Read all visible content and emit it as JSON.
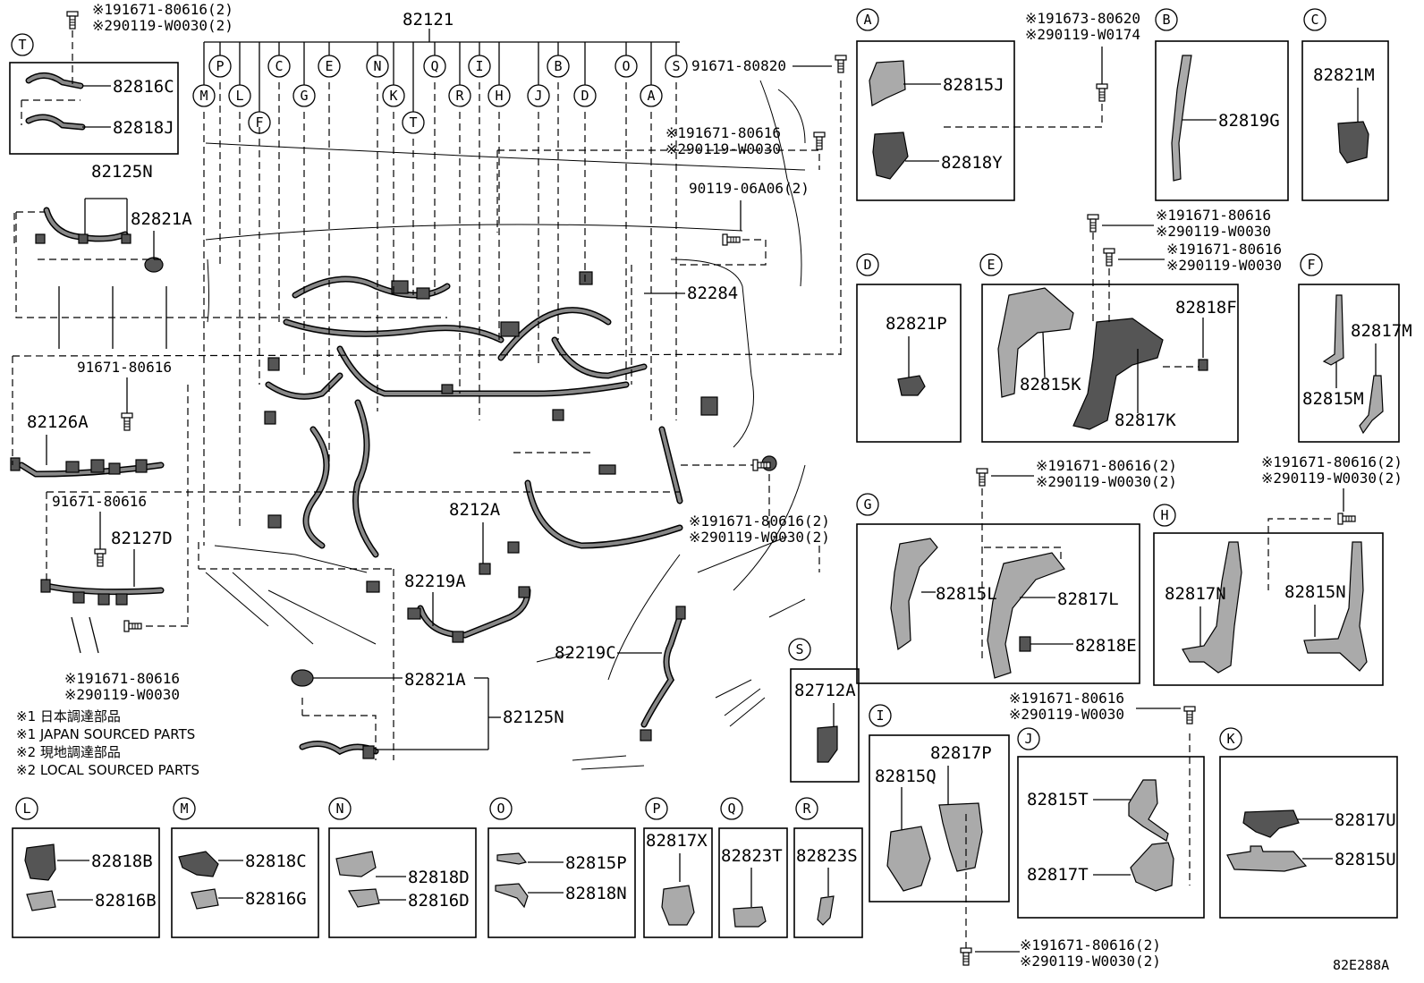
{
  "diagram_code": "82E288A",
  "notes": [
    "※1 日本調達部品",
    "※1 JAPAN SOURCED PARTS",
    "※2 現地調達部品",
    "※2 LOCAL SOURCED PARTS"
  ],
  "main_part": "82121",
  "callouts_row1": [
    "P",
    "C",
    "E",
    "N",
    "Q",
    "I",
    "B",
    "O",
    "S"
  ],
  "callouts_row2": [
    "M",
    "L",
    "G",
    "K",
    "R",
    "H",
    "J",
    "D",
    "A"
  ],
  "callouts_row3": [
    "F",
    "T"
  ],
  "bolt_refs": {
    "t_top_1": "※191671-80616(2)",
    "t_top_2": "※290119-W0030(2)",
    "top_right_bolt": "91671-80820",
    "mid_1": "※191671-80616",
    "mid_2": "※290119-W0030",
    "bolt_90119": "90119-06A06(2)",
    "left_bolt_a": "91671-80616",
    "left_bolt_b": "91671-80616",
    "lower_left_1": "※191671-80616",
    "lower_left_2": "※290119-W0030",
    "center_1": "※191671-80616(2)",
    "center_2": "※290119-W0030(2)",
    "b_top_1": "※191673-80620",
    "b_top_2": "※290119-W0174",
    "e_top_1": "※191671-80616",
    "e_top_2": "※290119-W0030",
    "e_top_3": "※191671-80616",
    "e_top_4": "※290119-W0030",
    "g_top_1": "※191671-80616(2)",
    "g_top_2": "※290119-W0030(2)",
    "h_top_1": "※191671-80616(2)",
    "h_top_2": "※290119-W0030(2)",
    "j_top_1": "※191671-80616",
    "j_top_2": "※290119-W0030",
    "i_bot_1": "※191671-80616(2)",
    "i_bot_2": "※290119-W0030(2)"
  },
  "main_labels": {
    "p82816C": "82816C",
    "p82818J": "82818J",
    "p82125N_top": "82125N",
    "p82821A_top": "82821A",
    "p82126A": "82126A",
    "p82127D": "82127D",
    "p82284": "82284",
    "p8212A": "8212A",
    "p82219A": "82219A",
    "p82219C": "82219C",
    "p82821A_bot": "82821A",
    "p82125N_bot": "82125N"
  },
  "detail_boxes": {
    "T": {
      "letter": "T"
    },
    "A": {
      "letter": "A",
      "parts": [
        "82815J",
        "82818Y"
      ]
    },
    "B": {
      "letter": "B",
      "parts": [
        "82819G"
      ]
    },
    "C": {
      "letter": "C",
      "parts": [
        "82821M"
      ]
    },
    "D": {
      "letter": "D",
      "parts": [
        "82821P"
      ]
    },
    "E": {
      "letter": "E",
      "parts": [
        "82818F",
        "82815K",
        "82817K"
      ]
    },
    "F": {
      "letter": "F",
      "parts": [
        "82817M",
        "82815M"
      ]
    },
    "G": {
      "letter": "G",
      "parts": [
        "82815L",
        "82817L",
        "82818E"
      ]
    },
    "H": {
      "letter": "H",
      "parts": [
        "82817N",
        "82815N"
      ]
    },
    "S": {
      "letter": "S",
      "parts": [
        "82712A"
      ]
    },
    "I": {
      "letter": "I",
      "parts": [
        "82817P",
        "82815Q"
      ]
    },
    "J": {
      "letter": "J",
      "parts": [
        "82815T",
        "82817T"
      ]
    },
    "K": {
      "letter": "K",
      "parts": [
        "82817U",
        "82815U"
      ]
    },
    "L": {
      "letter": "L",
      "parts": [
        "82818B",
        "82816B"
      ]
    },
    "M": {
      "letter": "M",
      "parts": [
        "82818C",
        "82816G"
      ]
    },
    "N": {
      "letter": "N",
      "parts": [
        "82818D",
        "82816D"
      ]
    },
    "O": {
      "letter": "O",
      "parts": [
        "82815P",
        "82818N"
      ]
    },
    "P": {
      "letter": "P",
      "parts": [
        "82817X"
      ]
    },
    "Q": {
      "letter": "Q",
      "parts": [
        "82823T"
      ]
    },
    "R": {
      "letter": "R",
      "parts": [
        "82823S"
      ]
    }
  }
}
